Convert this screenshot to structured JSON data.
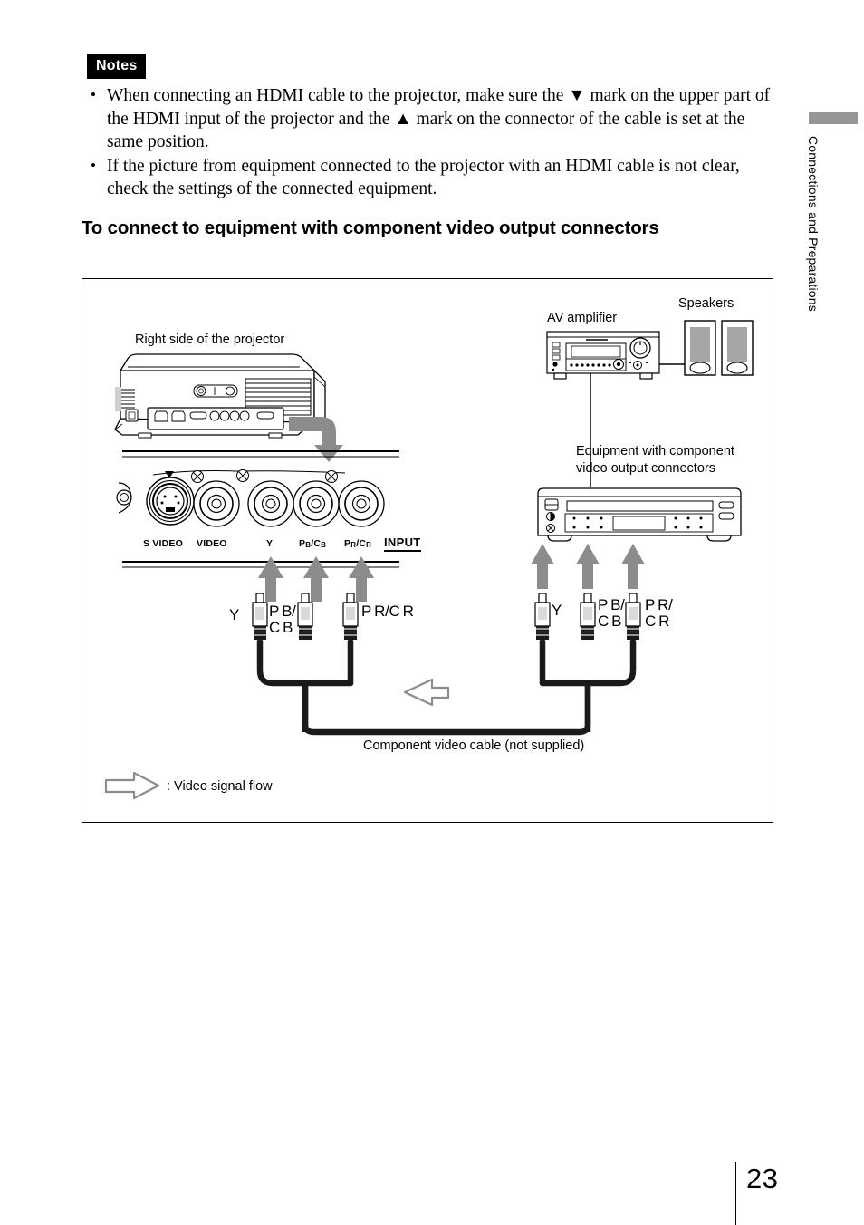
{
  "notes": {
    "badge": "Notes",
    "bullet_glyph": "•",
    "items": [
      "When connecting an HDMI cable to the projector, make sure the ▼ mark on the upper part of the HDMI input of the projector and the ▲ mark on the connector of the cable is set at the same position.",
      "If the picture from equipment connected to the projector with an HDMI cable is not clear, check the settings of the connected equipment."
    ]
  },
  "heading": "To connect to equipment with component video output connectors",
  "diagram": {
    "projector_caption": "Right side of the projector",
    "av_amplifier_label": "AV amplifier",
    "speakers_label": "Speakers",
    "equipment_label": "Equipment with component\nvideo output connectors",
    "cable_caption": "Component video cable (not supplied)",
    "legend_text": ": Video signal flow",
    "panel_labels": [
      {
        "main": "S VIDEO",
        "sub": ""
      },
      {
        "main": "VIDEO",
        "sub": ""
      },
      {
        "main": "Y",
        "sub": ""
      },
      {
        "main": "P",
        "sub": "B",
        "main2": "/C",
        "sub2": "B"
      },
      {
        "main": "P",
        "sub": "R",
        "main2": "/C",
        "sub2": "R"
      }
    ],
    "panel_input_label": "INPUT",
    "plug_labels_left": [
      {
        "line1": "Y",
        "line2": ""
      },
      {
        "line1": "P B/",
        "line2": "C B"
      },
      {
        "line1": "P R/C R",
        "line2": ""
      }
    ],
    "plug_labels_right": [
      {
        "line1": "Y",
        "line2": ""
      },
      {
        "line1": "P B/",
        "line2": "C B"
      },
      {
        "line1": "P R/",
        "line2": "C R"
      }
    ],
    "colors": {
      "arrow_gray": "#8c8c8c",
      "cable_black": "#1a1a1a",
      "speaker_gray": "#a6a6a6",
      "frame": "#000000"
    }
  },
  "side_tab": {
    "text": "Connections and Preparations",
    "bar_color": "#969696"
  },
  "footer": {
    "page_number": "23"
  }
}
